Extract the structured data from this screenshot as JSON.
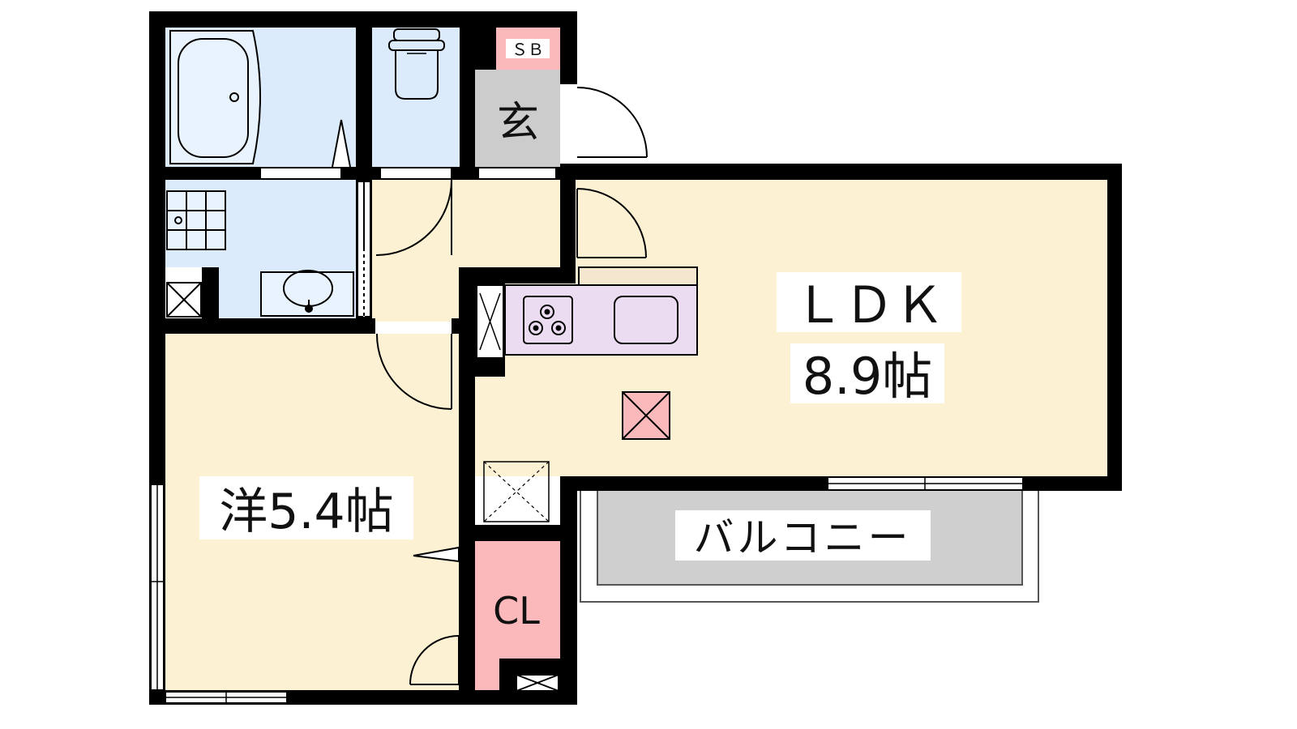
{
  "floorplan": {
    "rooms": {
      "ldk": {
        "name": "ＬＤＫ",
        "size": "8.9帖"
      },
      "western": {
        "label": "洋5.4帖"
      },
      "entrance": {
        "label": "玄"
      },
      "shoe_box": {
        "label": "ＳＢ"
      },
      "closet": {
        "label": "CL"
      },
      "balcony": {
        "label": "バルコニー"
      }
    },
    "colors": {
      "wall": "#000000",
      "room_floor": "#fdf1d3",
      "wet_area": "#dcebfb",
      "entrance": "#cccccc",
      "storage": "#fbb9bb",
      "kitchen": "#ecdcf2",
      "counter": "#f5e6cf",
      "balcony": "#cfcfcf"
    }
  }
}
